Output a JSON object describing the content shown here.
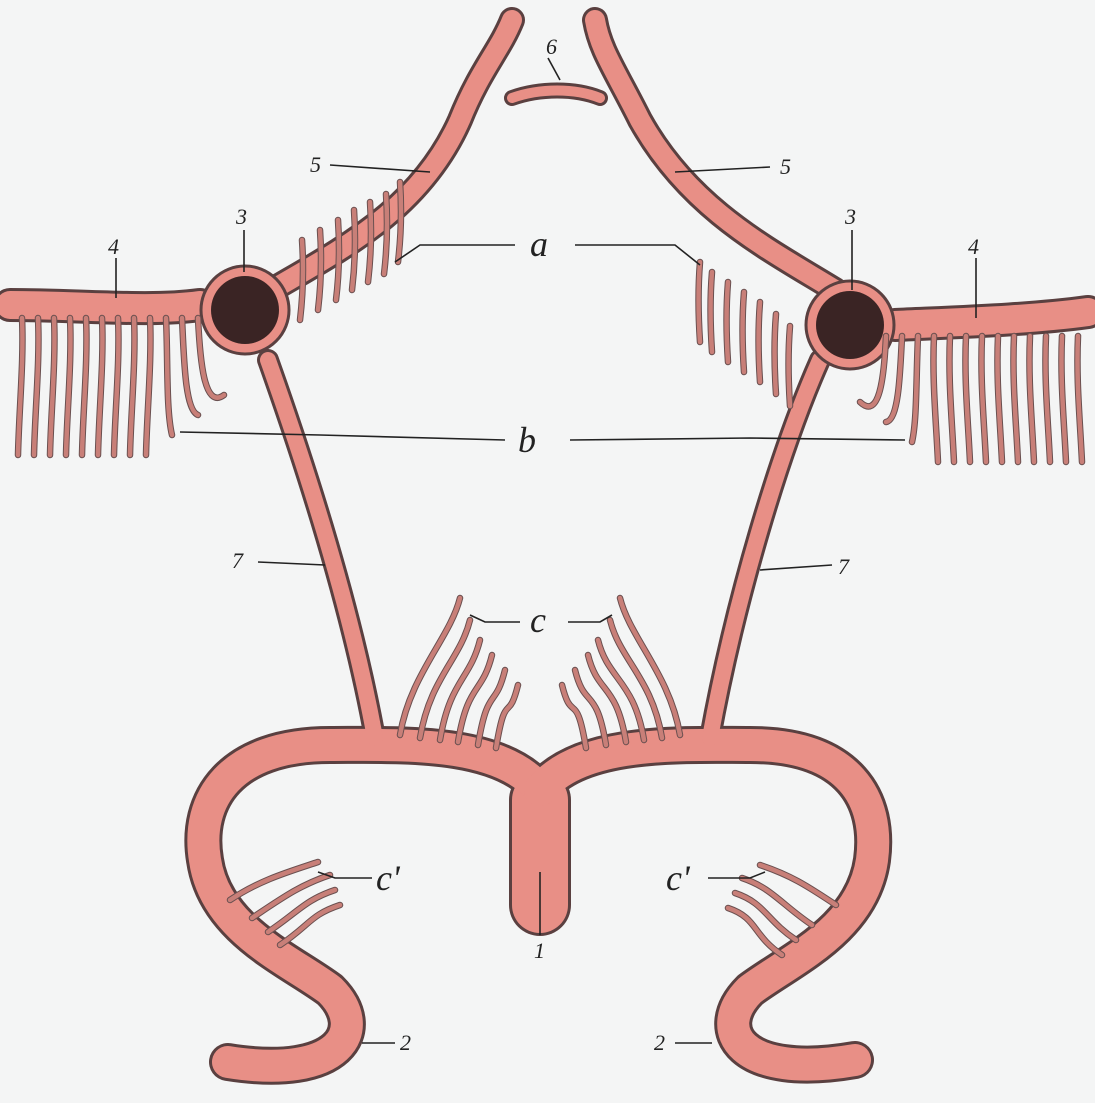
{
  "labels": {
    "n1": "1",
    "n2_left": "2",
    "n2_right": "2",
    "n3_left": "3",
    "n3_right": "3",
    "n4_left": "4",
    "n4_right": "4",
    "n5_left": "5",
    "n5_right": "5",
    "n6": "6",
    "n7_left": "7",
    "n7_right": "7",
    "a": "a",
    "b": "b",
    "c": "c",
    "c_prime_left": "c'",
    "c_prime_right": "c'"
  },
  "colors": {
    "artery": "#e88f86",
    "artery_edge": "#5a4040",
    "node": "#3a2424",
    "background": "#f4f5f5"
  }
}
